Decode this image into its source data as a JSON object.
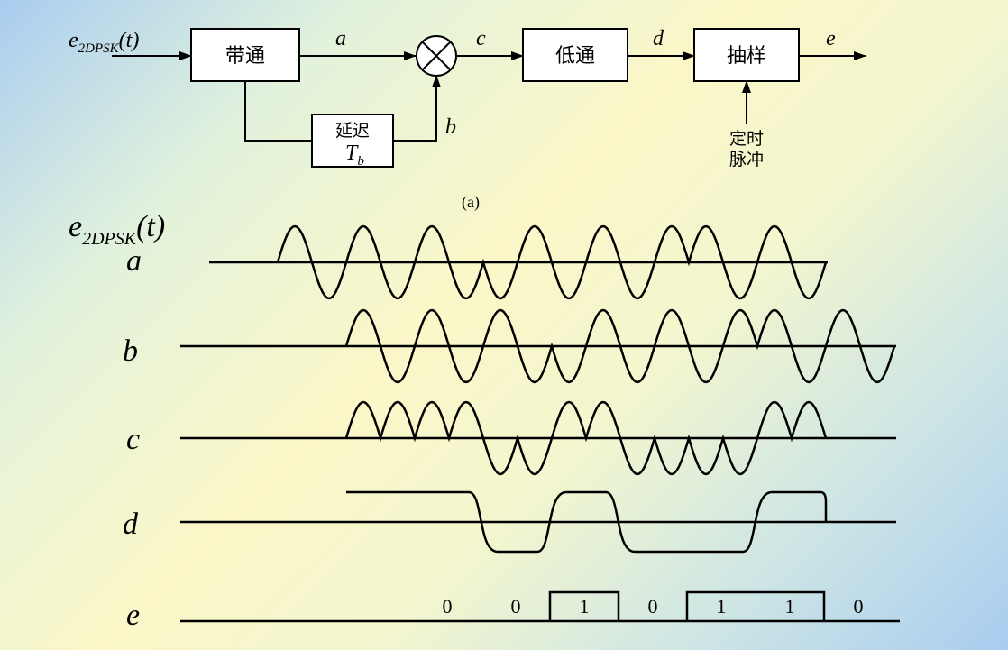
{
  "block_diagram": {
    "input_label_main": "e",
    "input_label_sub": "2DPSK",
    "input_label_arg": "(t)",
    "bandpass_label": "带通",
    "delay_label": "延迟",
    "delay_symbol": "T",
    "delay_symbol_sub": "b",
    "lowpass_label": "低通",
    "sampler_label": "抽样",
    "timing_line1": "定时",
    "timing_line2": "脉冲",
    "signal_a": "a",
    "signal_b": "b",
    "signal_c": "c",
    "signal_d": "d",
    "signal_e": "e",
    "caption": "(a)"
  },
  "waveforms": {
    "header_main": "e",
    "header_sub": "2DPSK",
    "header_arg": "(t)",
    "labels": [
      "a",
      "b",
      "c",
      "d",
      "e"
    ],
    "a_phases": [
      0,
      0,
      0,
      1,
      1,
      1,
      0,
      0
    ],
    "b_phases": [
      0,
      0,
      0,
      1,
      1,
      1,
      0,
      0
    ],
    "c_signs": [
      1,
      1,
      -1,
      1,
      -1,
      -1,
      1
    ],
    "bits": [
      "0",
      "0",
      "1",
      "0",
      "1",
      "1",
      "0"
    ]
  }
}
